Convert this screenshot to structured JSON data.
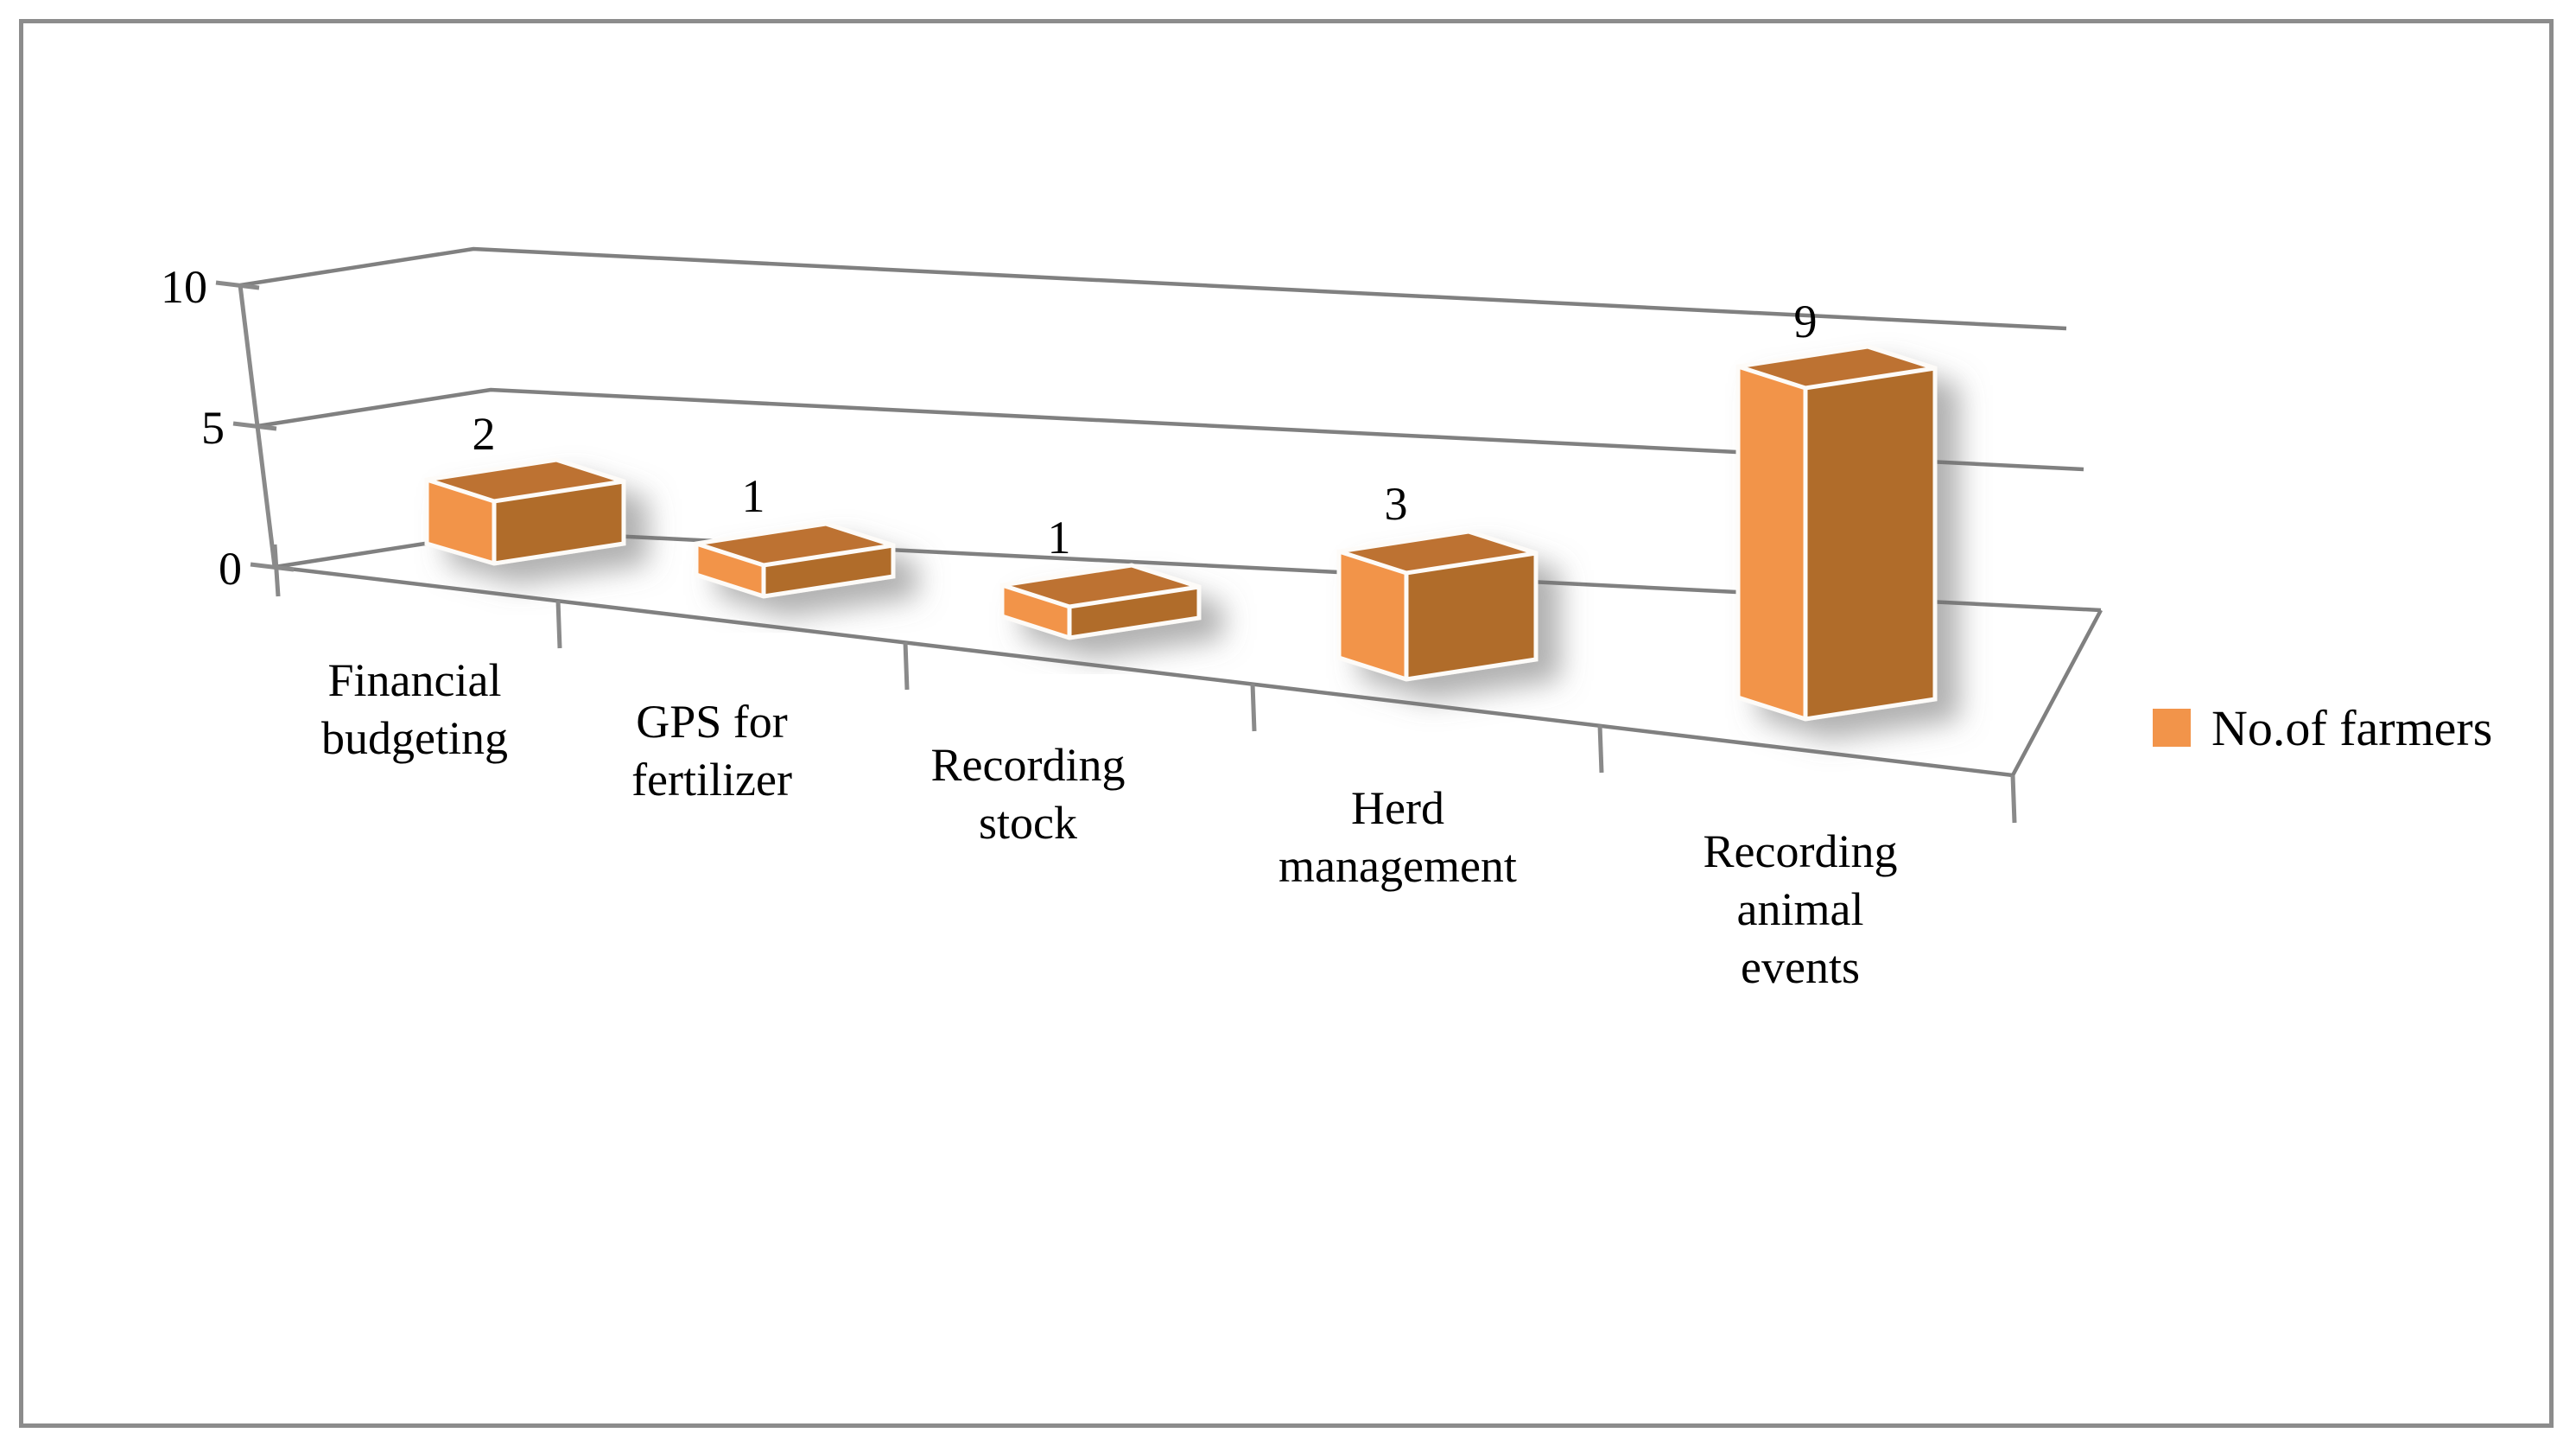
{
  "chart_data": {
    "type": "bar",
    "title": "",
    "subtitle": "",
    "xlabel": "",
    "ylabel": "",
    "categories": [
      "Financial budgeting",
      "GPS for fertilizer",
      "Recording stock",
      "Herd management",
      "Recording animal events"
    ],
    "category_lines": [
      [
        "Financial",
        "budgeting"
      ],
      [
        "GPS for",
        "fertilizer"
      ],
      [
        "Recording",
        "stock"
      ],
      [
        "Herd",
        "management"
      ],
      [
        "Recording",
        "animal",
        "events"
      ]
    ],
    "values": [
      2,
      1,
      1,
      3,
      9
    ],
    "data_labels": [
      "2",
      "1",
      "1",
      "3",
      "9"
    ],
    "series": [
      {
        "name": "No.of farmers",
        "values": [
          2,
          1,
          1,
          3,
          9
        ]
      }
    ],
    "ytick_labels": [
      "0",
      "5",
      "10"
    ],
    "ytick_values": [
      0,
      5,
      10
    ],
    "ylim": [
      0,
      10
    ],
    "grid": true,
    "legend_position": "right",
    "three_d": true,
    "colors": {
      "bar_front": "#f2944a",
      "bar_top": "#bd7230",
      "bar_side": "#b06c2c",
      "bar_edge": "#fdfbf8",
      "gridline": "#808080",
      "axis": "#8a8a8a",
      "border": "#8c8c8c",
      "background": "#ffffff",
      "text": "#000000"
    }
  },
  "axis": {
    "tick_0": "0",
    "tick_5": "5",
    "tick_10": "10"
  },
  "values": {
    "v0": "2",
    "v1": "1",
    "v2": "1",
    "v3": "3",
    "v4": "9"
  },
  "categories": {
    "c0_l0": "Financial",
    "c0_l1": "budgeting",
    "c1_l0": "GPS for",
    "c1_l1": "fertilizer",
    "c2_l0": "Recording",
    "c2_l1": "stock",
    "c3_l0": "Herd",
    "c3_l1": "management",
    "c4_l0": "Recording",
    "c4_l1": "animal",
    "c4_l2": "events"
  },
  "legend": {
    "series_name": "No.of farmers"
  }
}
